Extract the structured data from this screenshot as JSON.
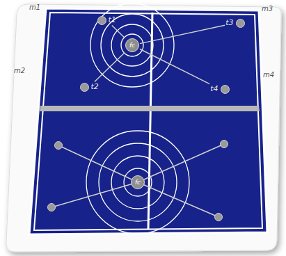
{
  "diagram": {
    "nodes": [
      {
        "text": [
          "fc"
        ]
      },
      {
        "text": [
          "t1"
        ]
      },
      {
        "text": [
          "t2"
        ]
      },
      {
        "text": [
          "t3"
        ]
      },
      {
        "text": [
          "t4"
        ]
      },
      {
        "text": [
          "fc"
        ]
      }
    ],
    "edges": [
      {
        "from": 0,
        "to": 1,
        "arrow": "none"
      },
      {
        "from": 0,
        "to": 2,
        "arrow": "none"
      },
      {
        "from": 0,
        "to": 3,
        "arrow": "none"
      },
      {
        "from": 0,
        "to": 4,
        "arrow": "none"
      }
    ],
    "labels": [
      "m1",
      "m3",
      "m2",
      "m4"
    ]
  }
}
